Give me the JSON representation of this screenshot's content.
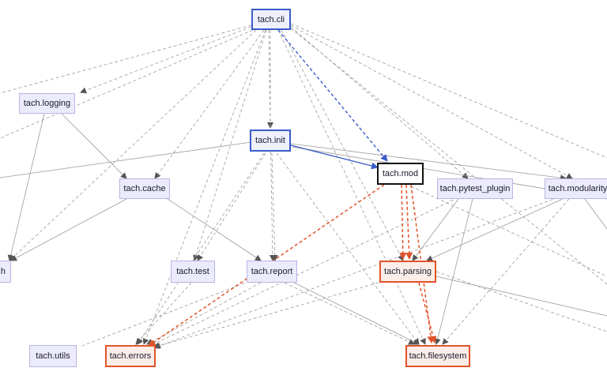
{
  "graph": {
    "nodes": {
      "cli": "tach.cli",
      "logging": "tach.logging",
      "init": "tach.init",
      "mod": "tach.mod",
      "cache": "tach.cache",
      "pytest_plugin": "tach.pytest_plugin",
      "modularity": "tach.modularity",
      "h_partial": "h",
      "test": "tach.test",
      "report": "tach.report",
      "parsing": "tach.parsing",
      "utils": "tach.utils",
      "errors": "tach.errors",
      "filesystem": "tach.filesystem"
    },
    "highlight_colors": {
      "blue": "#3b5cc9",
      "red": "#e2532a",
      "black": "#111111",
      "node_fill": "#ecebfb",
      "node_border": "#b8b4e6",
      "edge_gray": "#8a8a8a"
    }
  }
}
